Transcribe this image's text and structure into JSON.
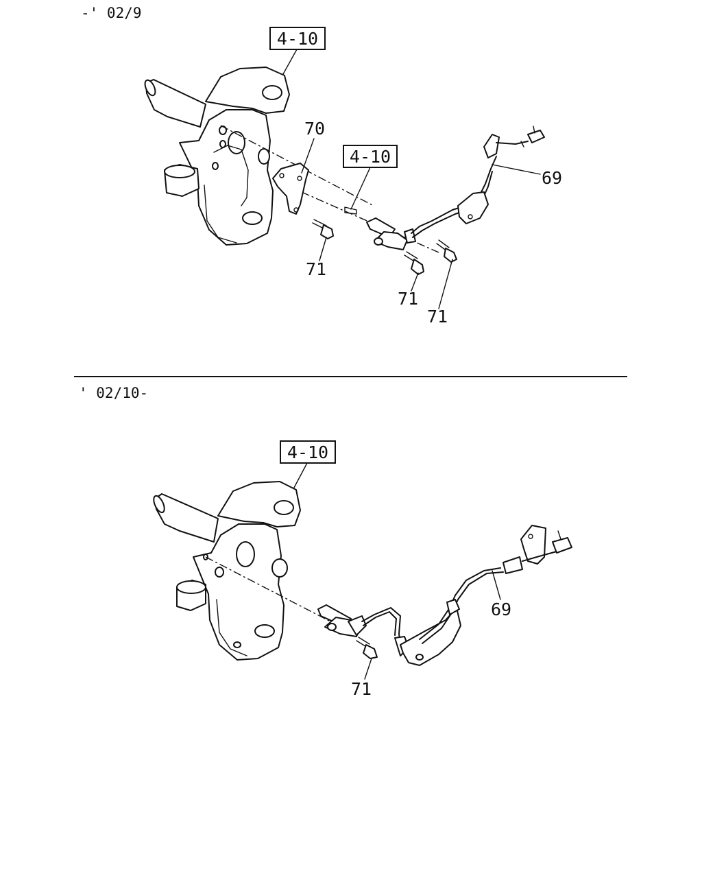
{
  "top_panel": {
    "range_label": "-' 02/9",
    "refs": [
      "4-10",
      "4-10"
    ],
    "parts": [
      "70",
      "69",
      "71",
      "71",
      "71"
    ]
  },
  "divider": true,
  "bottom_panel": {
    "range_label": "' 02/10-",
    "refs": [
      "4-10"
    ],
    "parts": [
      "69",
      "71"
    ]
  }
}
